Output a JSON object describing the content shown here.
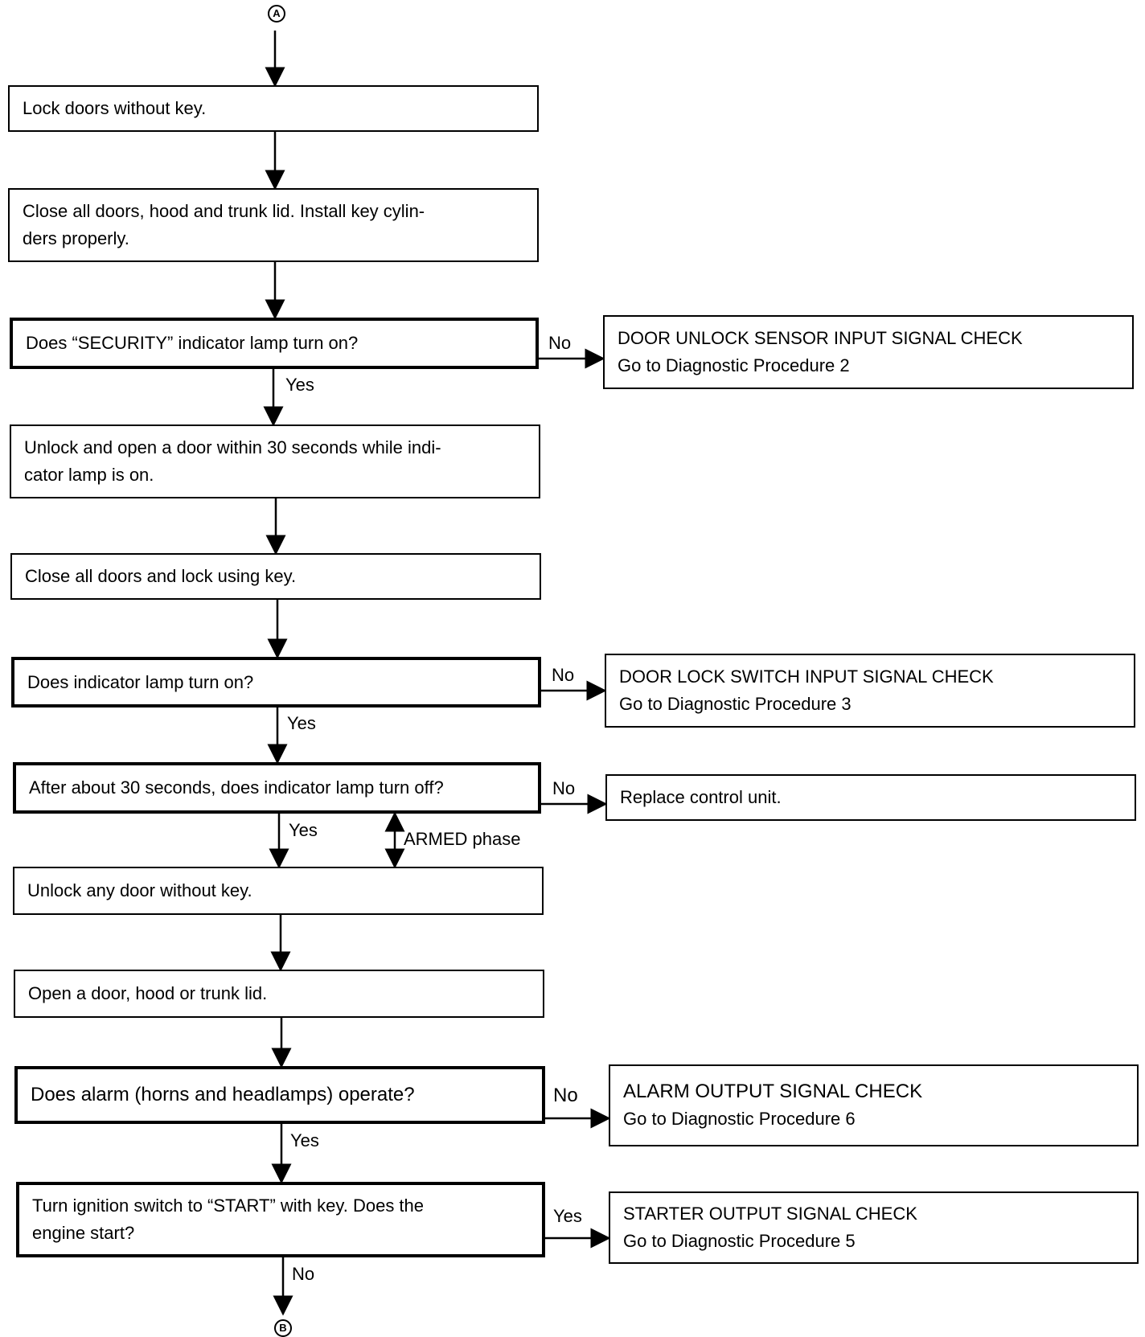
{
  "connectors": {
    "top": "A",
    "bottom": "B"
  },
  "steps": {
    "lock_doors": "Lock doors without key.",
    "close_all_l1": "Close all doors, hood and trunk lid. Install key cylin-",
    "close_all_l2": "ders properly.",
    "q_security": "Does “SECURITY” indicator lamp turn on?",
    "unlock_open_l1": "Unlock and open a door within 30 seconds while indi-",
    "unlock_open_l2": "cator lamp is on.",
    "close_lock_key": "Close all doors and lock using key.",
    "q_indicator_on": "Does indicator lamp turn on?",
    "q_indicator_off": "After about 30 seconds, does indicator lamp turn off?",
    "unlock_any": "Unlock any door without key.",
    "open_door": "Open a door, hood or trunk lid.",
    "q_alarm": "Does alarm (horns and headlamps) operate?",
    "q_ignition_l1": "Turn ignition switch to “START” with key. Does the",
    "q_ignition_l2": "engine start?"
  },
  "outcomes": {
    "door_unlock_title": "DOOR UNLOCK SENSOR INPUT SIGNAL CHECK",
    "door_unlock_sub": "Go to Diagnostic Procedure 2",
    "door_lock_title": "DOOR LOCK SWITCH INPUT SIGNAL CHECK",
    "door_lock_sub": "Go to Diagnostic Procedure 3",
    "replace_unit": "Replace control unit.",
    "alarm_title": "ALARM OUTPUT SIGNAL CHECK",
    "alarm_sub": "Go to Diagnostic Procedure 6",
    "starter_title": "STARTER OUTPUT SIGNAL CHECK",
    "starter_sub": "Go to Diagnostic Procedure 5"
  },
  "edge_labels": {
    "yes": "Yes",
    "no": "No",
    "armed_phase": "ARMED phase"
  }
}
